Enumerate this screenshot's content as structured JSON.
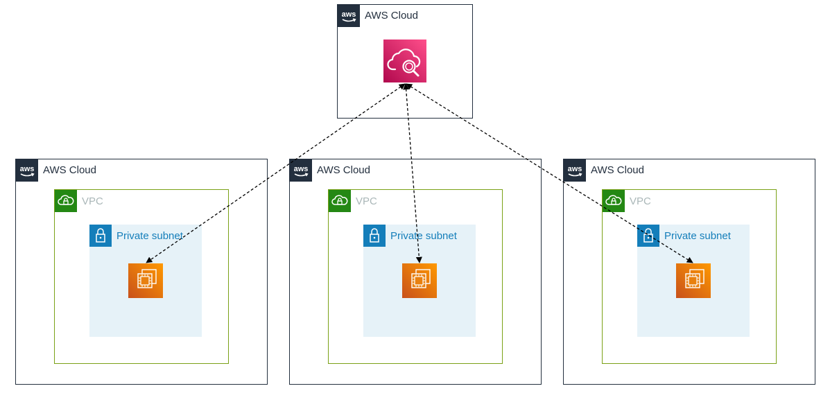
{
  "top_cloud": {
    "title": "AWS Cloud",
    "service_icon": "cloud-search-icon",
    "service_color": "#e7157b"
  },
  "accounts": [
    {
      "cloud_title": "AWS Cloud",
      "vpc_label": "VPC",
      "subnet_label": "Private subnet",
      "instance_icon": "ec2-instance-icon"
    },
    {
      "cloud_title": "AWS Cloud",
      "vpc_label": "VPC",
      "subnet_label": "Private subnet",
      "instance_icon": "ec2-instance-icon"
    },
    {
      "cloud_title": "AWS Cloud",
      "vpc_label": "VPC",
      "subnet_label": "Private subnet",
      "instance_icon": "ec2-instance-icon"
    }
  ],
  "colors": {
    "cloud_border": "#232f3e",
    "vpc_border": "#7aa116",
    "vpc_badge": "#248814",
    "subnet_fill": "#e6f2f8",
    "subnet_accent": "#147eba",
    "ec2_orange": "#ff9900",
    "connector": "#000000"
  }
}
